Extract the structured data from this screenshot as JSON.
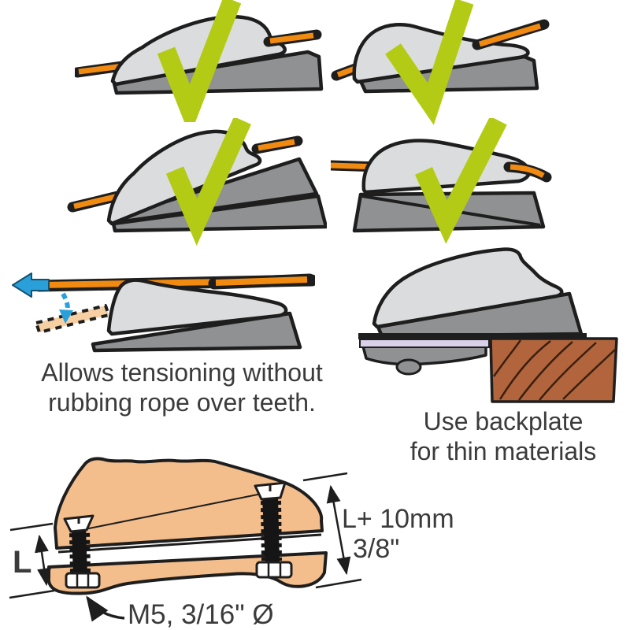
{
  "captions": {
    "tensioning_line1": "Allows tensioning without",
    "tensioning_line2": "rubbing rope over teeth.",
    "backplate_line1": "Use backplate",
    "backplate_line2": "for thin materials"
  },
  "dimensions": {
    "left_label": "L",
    "right_label_line1": "L+ 10mm",
    "right_label_line2": "3/8\"",
    "bolt_label": "M5, 3/16\" Ø"
  },
  "icons": {
    "checkmark": "green tick overlay (correct mounting)",
    "release_arrow": "solid blue arrow pointing left (pull rope out)",
    "drop_arrow": "dashed blue arrow pointing down (rope drops)",
    "ghost_rope": "dashed tan rope (released position)",
    "dimension_arrow": "double-headed dimension arrow",
    "pointer_arrow": "curved pointer arrow to bolt nut"
  },
  "colors": {
    "rope_orange": "#F08A10",
    "outline": "#1e1e1e",
    "cleat_gray": "#DBDCDD",
    "wedge_gray": "#8F9193",
    "check_green": "#B3CB15",
    "arrow_blue": "#2AA0DB",
    "ghost_rope_tan": "#F6CFA2",
    "backplate_lavender": "#D9D1E8",
    "wood_brown": "#B2653C",
    "section_tan": "#F4BE8C",
    "text": "#3b3b3b"
  }
}
